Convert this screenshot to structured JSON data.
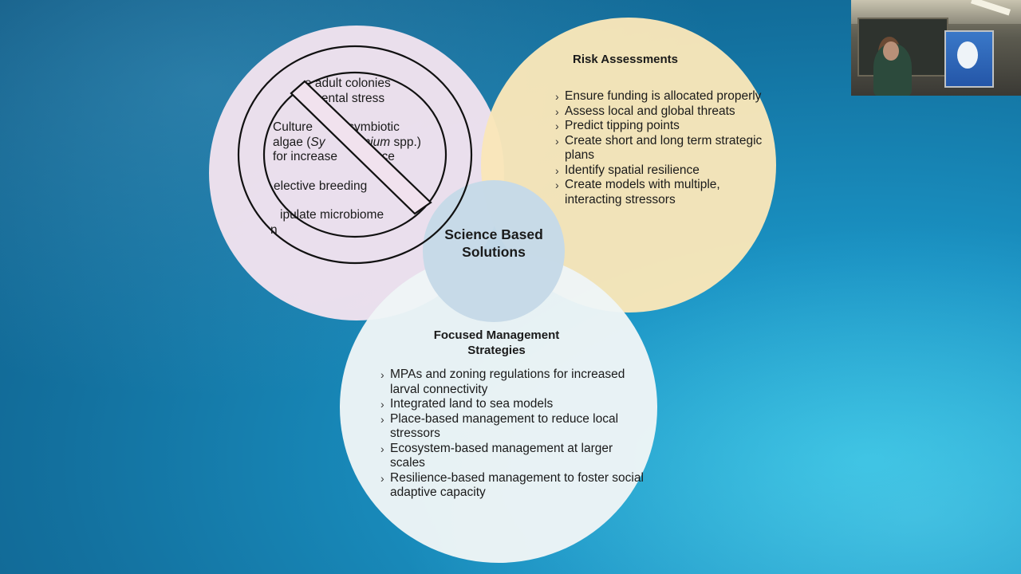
{
  "diagram": {
    "center": {
      "title": "Science Based Solutions"
    },
    "left": {
      "crossed_out": true,
      "items": [
        {
          "fragments": [
            "e adult colonies",
            "mental stress"
          ]
        },
        {
          "fragments": [
            "Culture",
            "symbiotic",
            "algae (",
            "Sy",
            "dinium",
            " spp.)",
            "for increase",
            "tance"
          ]
        },
        {
          "fragments": [
            "elective breeding"
          ]
        },
        {
          "fragments": [
            "ipulate microbiome",
            "n"
          ]
        }
      ]
    },
    "right": {
      "heading": "Risk Assessments",
      "items": [
        "Ensure funding is allocated properly",
        "Assess local and global threats",
        "Predict tipping points",
        "Create short and long term strategic plans",
        "Identify spatial resilience",
        "Create models with multiple, interacting stressors"
      ]
    },
    "bottom": {
      "heading": "Focused Management Strategies",
      "items": [
        "MPAs and zoning regulations for increased larval connectivity",
        "Integrated land to sea models",
        "Place-based management to reduce local stressors",
        "Ecosystem-based management at larger scales",
        "Resilience-based management to foster social adaptive capacity"
      ]
    }
  },
  "colors": {
    "left_circle": "#f1e2ee",
    "right_circle": "#f9e6b9",
    "bottom_circle": "#eef5f6",
    "center_circle": "#c6d9e8",
    "background": "#13719f"
  },
  "icons": {
    "prohibited": "no-symbol-icon",
    "bullet": "chevron-right-icon"
  }
}
